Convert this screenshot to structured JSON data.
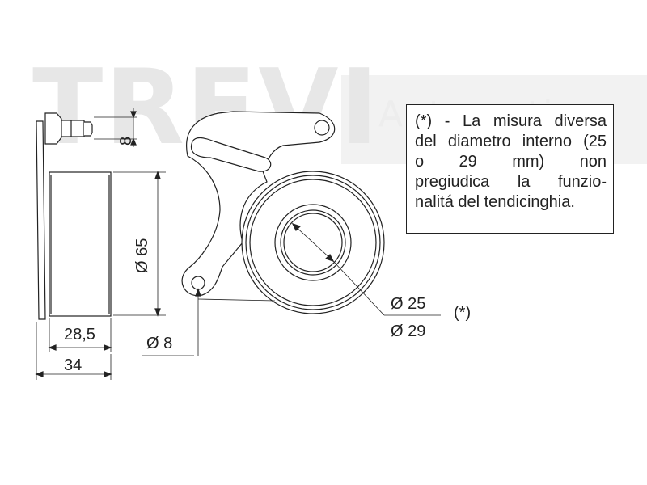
{
  "watermark": {
    "brand": "TREVI",
    "sub": "Automotive"
  },
  "note": {
    "lines": [
      "(*) - La misura diversa",
      "del diametro interno (25",
      "o 29 mm) non",
      "pregiudica la funzio-",
      "nalitá del tendicinghia."
    ]
  },
  "dimensions": {
    "pin_length": "8",
    "outer_diameter": "Ø 65",
    "roller_width": "28,5",
    "hole_diameter": "Ø 8",
    "total_width": "34",
    "inner_diameter_a": "Ø 25",
    "inner_diameter_b": "Ø 29",
    "inner_note_mark": "(*)"
  },
  "colors": {
    "line": "#222222",
    "watermark": "#e7e7e7"
  }
}
